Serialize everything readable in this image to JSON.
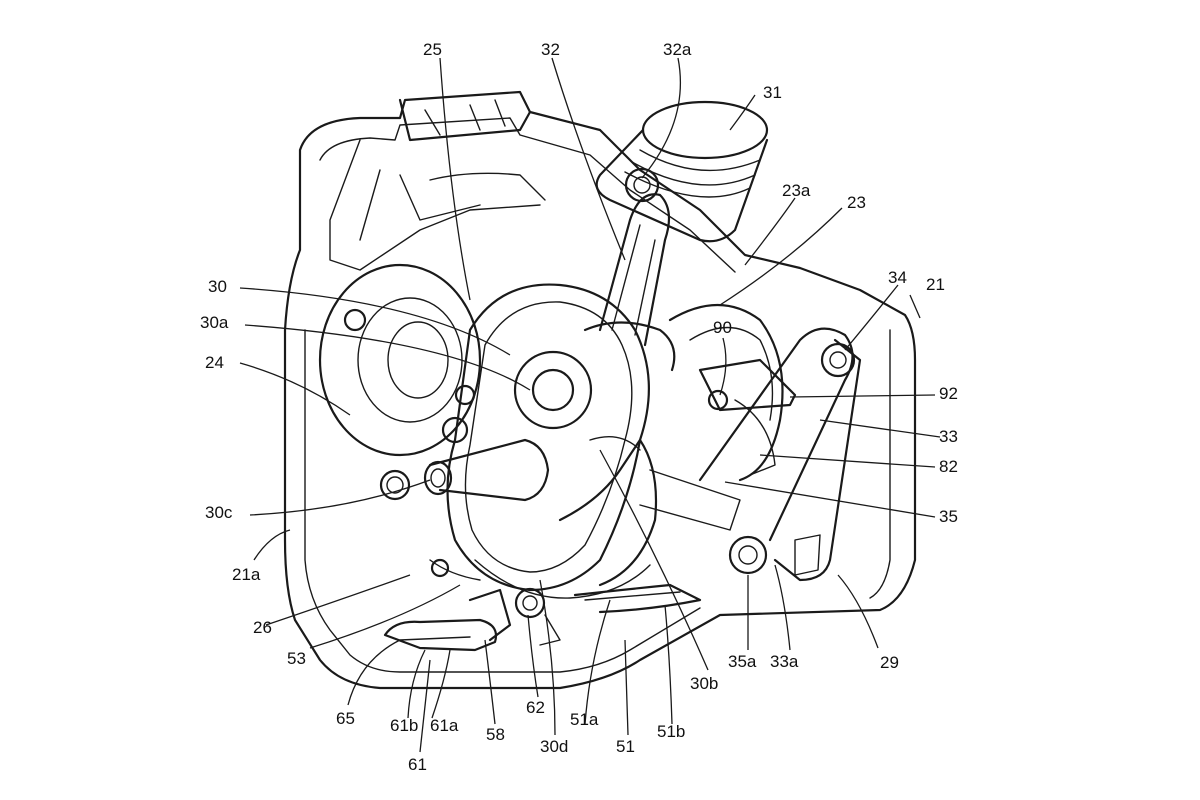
{
  "figure": {
    "labels": [
      {
        "id": "25",
        "text": "25"
      },
      {
        "id": "32",
        "text": "32"
      },
      {
        "id": "32a",
        "text": "32a"
      },
      {
        "id": "31",
        "text": "31"
      },
      {
        "id": "23a",
        "text": "23a"
      },
      {
        "id": "23",
        "text": "23"
      },
      {
        "id": "34",
        "text": "34"
      },
      {
        "id": "21",
        "text": "21"
      },
      {
        "id": "30",
        "text": "30"
      },
      {
        "id": "30a",
        "text": "30a"
      },
      {
        "id": "90",
        "text": "90"
      },
      {
        "id": "24",
        "text": "24"
      },
      {
        "id": "92",
        "text": "92"
      },
      {
        "id": "33",
        "text": "33"
      },
      {
        "id": "82",
        "text": "82"
      },
      {
        "id": "30c",
        "text": "30c"
      },
      {
        "id": "35",
        "text": "35"
      },
      {
        "id": "21a",
        "text": "21a"
      },
      {
        "id": "26",
        "text": "26"
      },
      {
        "id": "53",
        "text": "53"
      },
      {
        "id": "29",
        "text": "29"
      },
      {
        "id": "35a",
        "text": "35a"
      },
      {
        "id": "33a",
        "text": "33a"
      },
      {
        "id": "30b",
        "text": "30b"
      },
      {
        "id": "65",
        "text": "65"
      },
      {
        "id": "61b",
        "text": "61b"
      },
      {
        "id": "61a",
        "text": "61a"
      },
      {
        "id": "58",
        "text": "58"
      },
      {
        "id": "62",
        "text": "62"
      },
      {
        "id": "51a",
        "text": "51a"
      },
      {
        "id": "51b",
        "text": "51b"
      },
      {
        "id": "30d",
        "text": "30d"
      },
      {
        "id": "51",
        "text": "51"
      },
      {
        "id": "61",
        "text": "61"
      }
    ]
  }
}
